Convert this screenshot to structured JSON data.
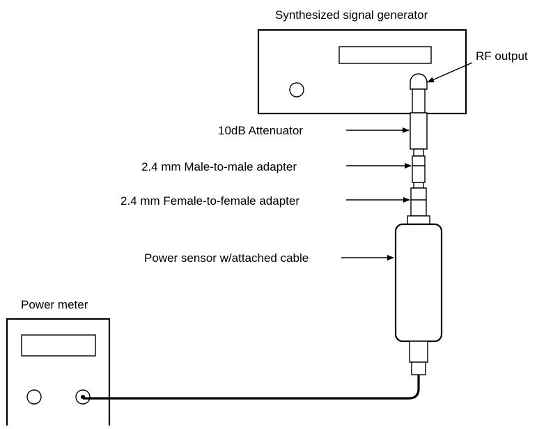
{
  "labels": {
    "signal_generator": "Synthesized signal generator",
    "rf_output": "RF output",
    "attenuator": "10dB Attenuator",
    "male_adapter": "2.4 mm Male-to-male adapter",
    "female_adapter": "2.4 mm Female-to-female adapter",
    "power_sensor": "Power sensor w/attached cable",
    "power_meter": "Power meter"
  },
  "colors": {
    "ink": "#000000",
    "background": "#ffffff"
  }
}
